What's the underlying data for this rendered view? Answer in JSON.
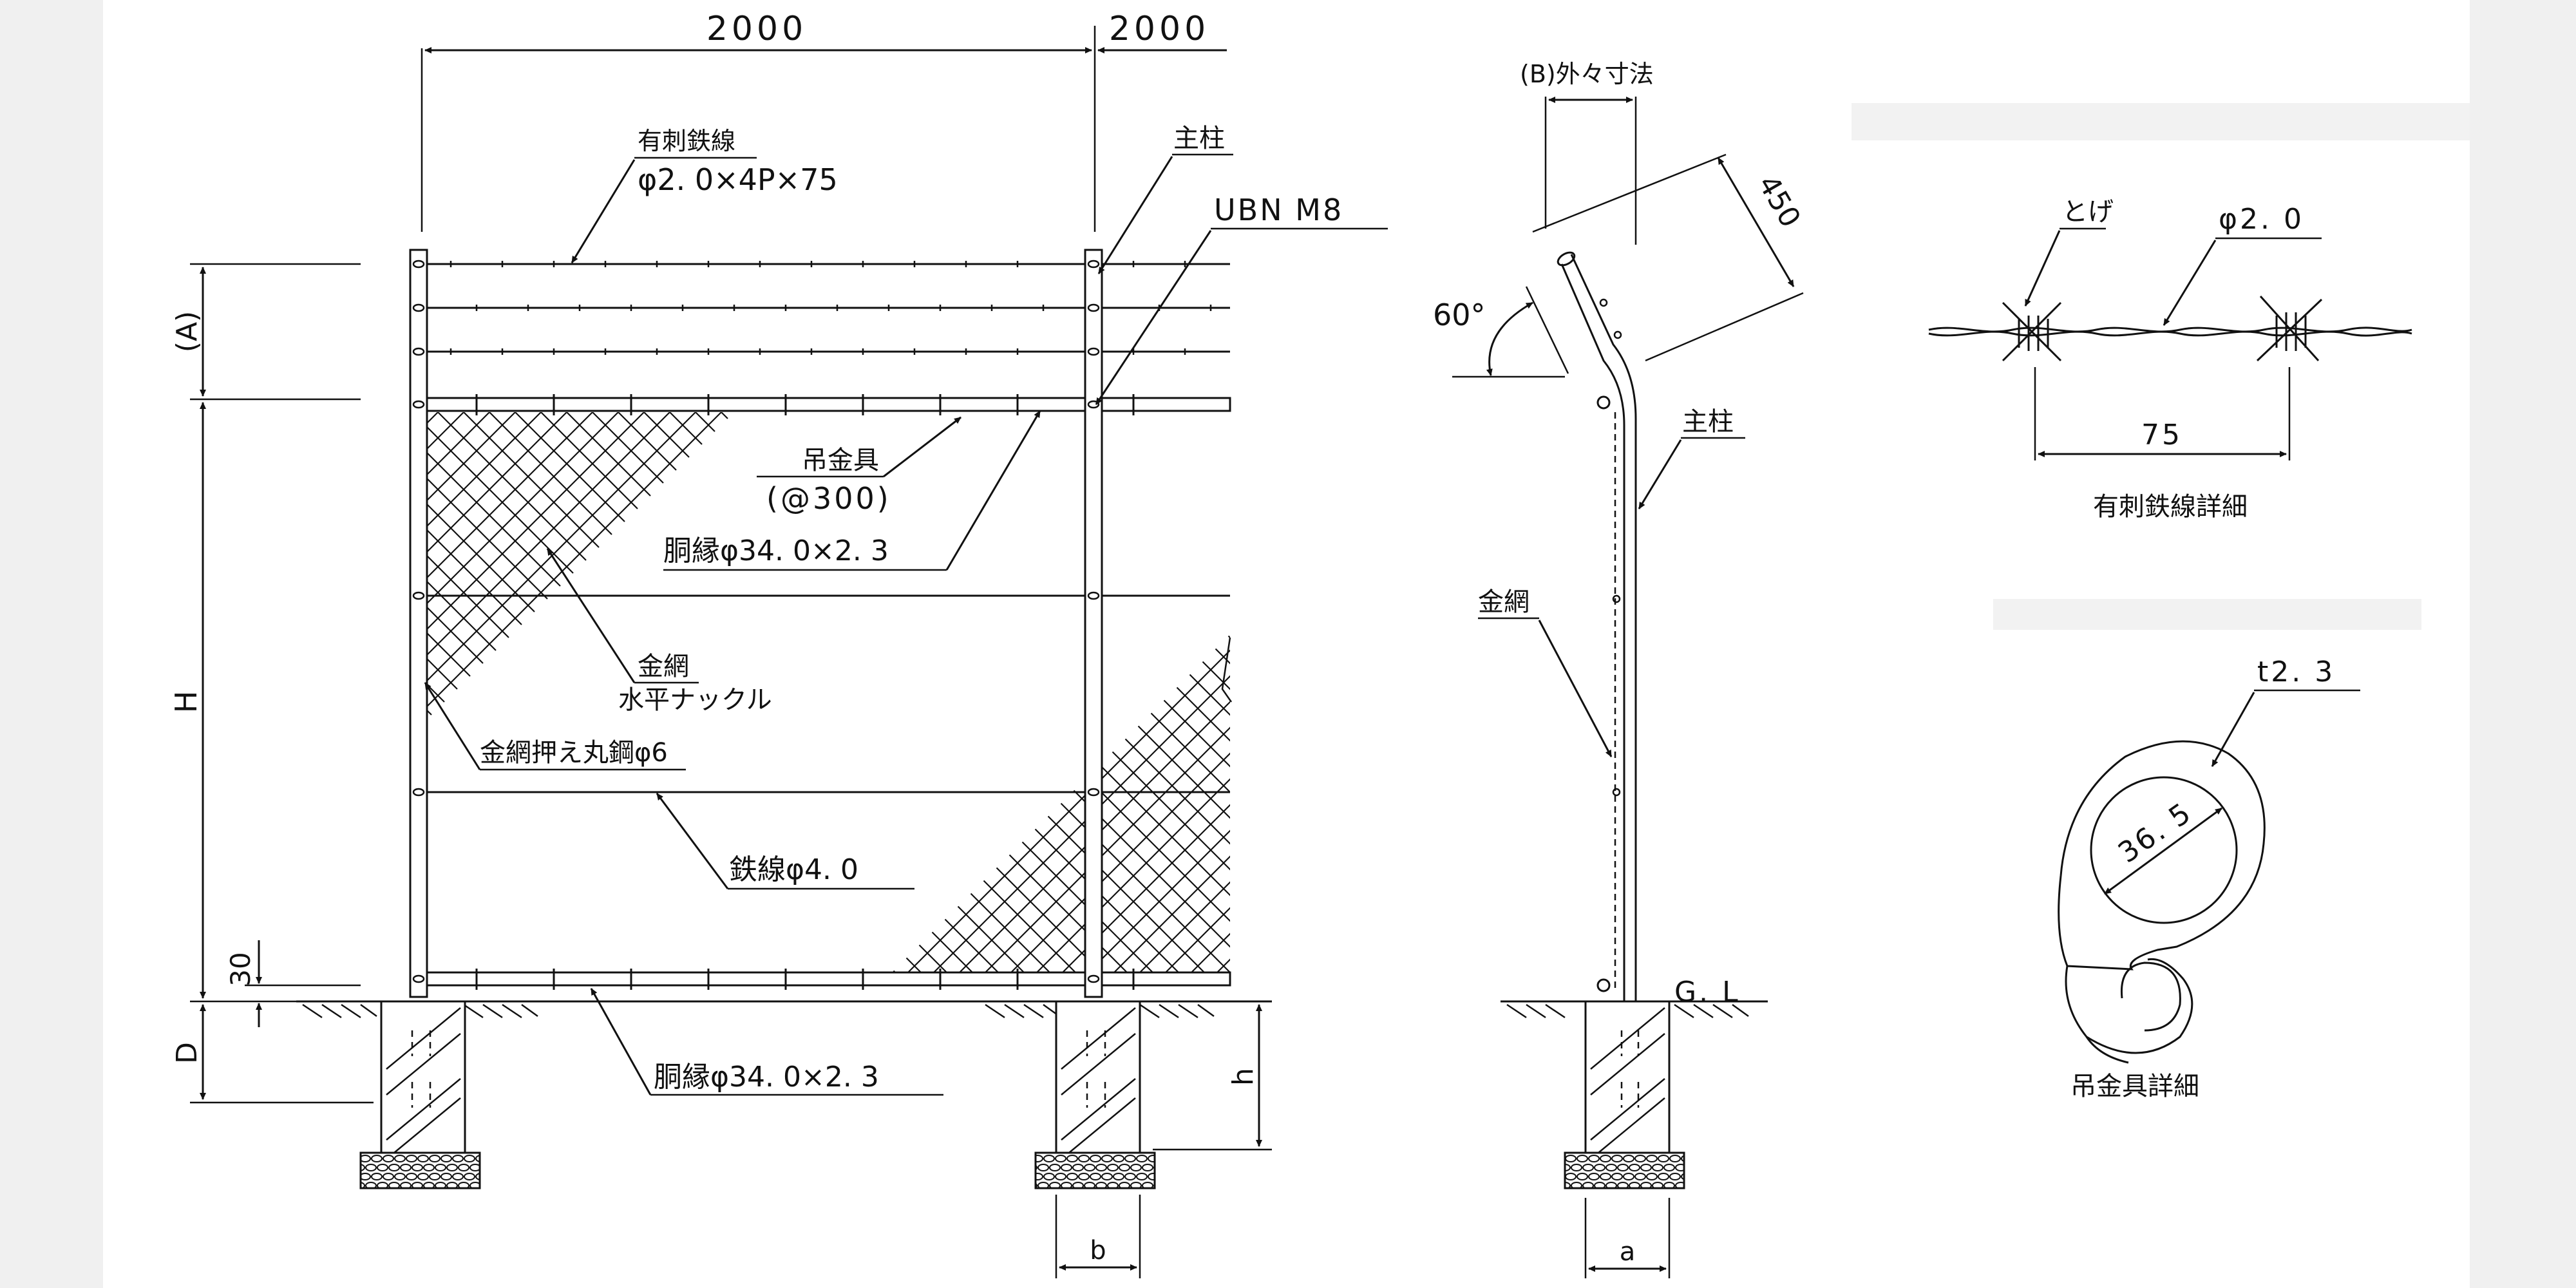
{
  "colors": {
    "ink": "#111111",
    "paper": "#ffffff",
    "side_band": "#f0f0f0"
  },
  "front": {
    "dim_top_left": "2000",
    "dim_top_right": "2000",
    "barbed_wire_label": "有刺鉄線",
    "barbed_wire_spec": "φ2. 0×4P×75",
    "main_post_label": "主柱",
    "ubn_label": "UBN M8",
    "hanger_label": "吊金具",
    "hanger_pitch": "(@300)",
    "top_rail_label": "胴縁φ34. 0×2. 3",
    "mesh_label": "金網",
    "mesh_type": "水平ナックル",
    "mesh_bar_label": "金網押え丸鋼φ6",
    "steel_wire_label": "鉄線φ4. 0",
    "bottom_rail_label": "胴縁φ34. 0×2. 3",
    "dim_a": "(A)",
    "dim_h": "H",
    "dim_30": "30",
    "dim_d": "D",
    "dim_h_small": "h",
    "dim_b": "b"
  },
  "side": {
    "outer_dim_label": "(B)外々寸法",
    "arm_length": "450",
    "angle": "60°",
    "main_post_label": "主柱",
    "mesh_label": "金網",
    "gl_label": "G. L",
    "dim_a_small": "a"
  },
  "barbed_detail": {
    "spike_label": "とげ",
    "wire_label": "φ2. 0",
    "pitch": "75",
    "title": "有刺鉄線詳細"
  },
  "hanger_detail": {
    "thickness": "t2. 3",
    "diameter": "36. 5",
    "title": "吊金具詳細"
  }
}
